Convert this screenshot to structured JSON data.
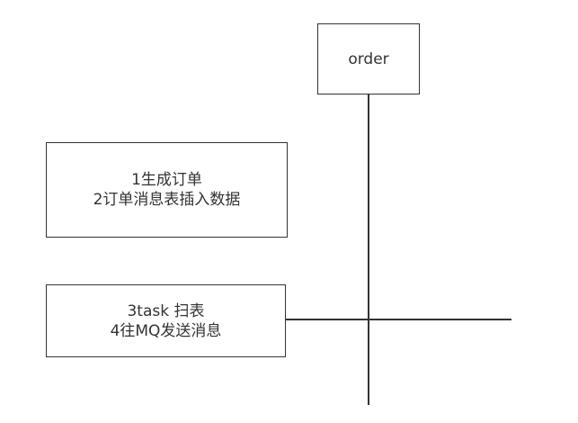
{
  "order_box": {
    "label": "order"
  },
  "step_box_1": {
    "line1": "1生成订单",
    "line2": "2订单消息表插入数据"
  },
  "step_box_2": {
    "line1": "3task 扫表",
    "line2": "4往MQ发送消息"
  },
  "colors": {
    "stroke": "#333333",
    "background": "#ffffff"
  }
}
